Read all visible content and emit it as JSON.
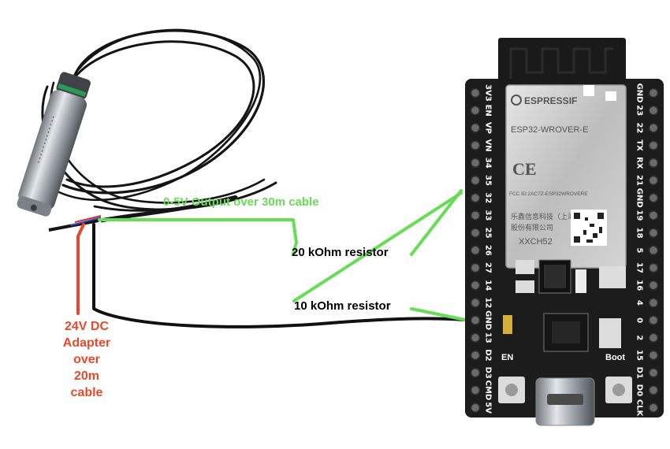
{
  "labels": {
    "output": "0-5V Output over 30m cable",
    "resistor_20k": "20 kOhm resistor",
    "resistor_10k": "10 kOhm resistor",
    "power_line1": "24V DC",
    "power_line2": "Adapter",
    "power_line3": "over",
    "power_line4": "20m",
    "power_line5": "cable"
  },
  "board": {
    "brand": "ESPRESSIF",
    "module": "ESP32-WROVER-E",
    "fcc": "FCC ID:2AC7Z-ESP32WROVERE",
    "maker_line1": "乐鑫信息科技（上海）",
    "maker_line2": "股份有限公司",
    "lot": "XXCH52",
    "en_label": "EN",
    "boot_label": "Boot",
    "pins_left": [
      "3V3",
      "EN",
      "VP",
      "VN",
      "34",
      "35",
      "32",
      "33",
      "25",
      "26",
      "27",
      "14",
      "12",
      "GND",
      "13",
      "D2",
      "D3",
      "CMD",
      "5V"
    ],
    "pins_right": [
      "GND",
      "23",
      "22",
      "TX",
      "RX",
      "21",
      "GND",
      "19",
      "18",
      "5",
      "17",
      "16",
      "4",
      "0",
      "2",
      "15",
      "D1",
      "D0",
      "CLK"
    ]
  },
  "colors": {
    "signal_wire": "#66dd55",
    "power_wire": "#e8492a",
    "ground_wire": "#111111",
    "output_label": "#66dd55",
    "power_label": "#e8492a",
    "resistor_label": "#000000",
    "board_pcb": "#1c1c1c",
    "module_shield": "#c9c9c9"
  }
}
